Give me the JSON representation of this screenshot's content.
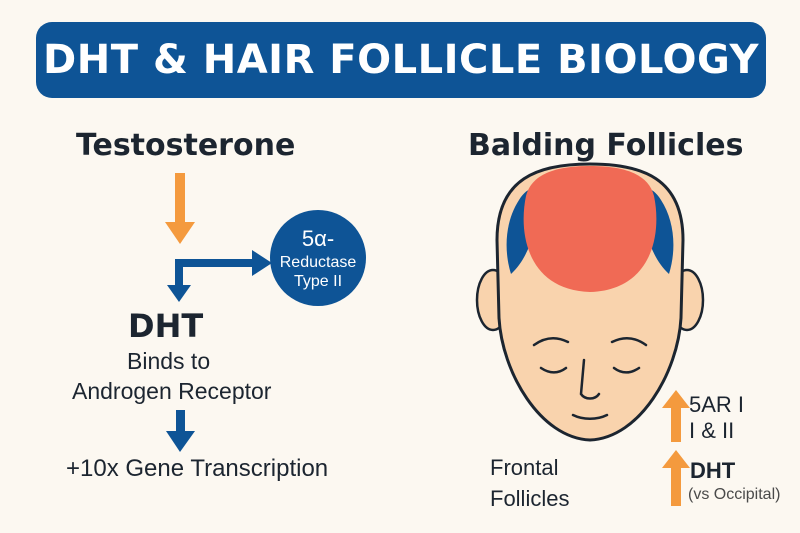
{
  "header": {
    "title": "DHT & HAIR FOLLICLE BIOLOGY"
  },
  "pathway": {
    "testosterone": "Testosterone",
    "enzyme_line1": "5α-",
    "enzyme_line2": "Reductase",
    "enzyme_line3": "Type II",
    "dht": "DHT",
    "binds_line1": "Binds to",
    "binds_line2": "Androgen Receptor",
    "gene": "+10x Gene Transcription"
  },
  "follicles": {
    "title": "Balding Follicles",
    "frontal_line1": "Frontal",
    "frontal_line2": "Follicles",
    "fivear_line1": "5AR I",
    "fivear_line2": "I & II",
    "dht": "DHT",
    "vs": "(vs Occipital)"
  },
  "colors": {
    "brand_blue": "#0e5496",
    "arrow_orange": "#f49a3e",
    "scalp_red": "#f06a55",
    "skin": "#f9d3ad",
    "background": "#fcf8f1"
  }
}
